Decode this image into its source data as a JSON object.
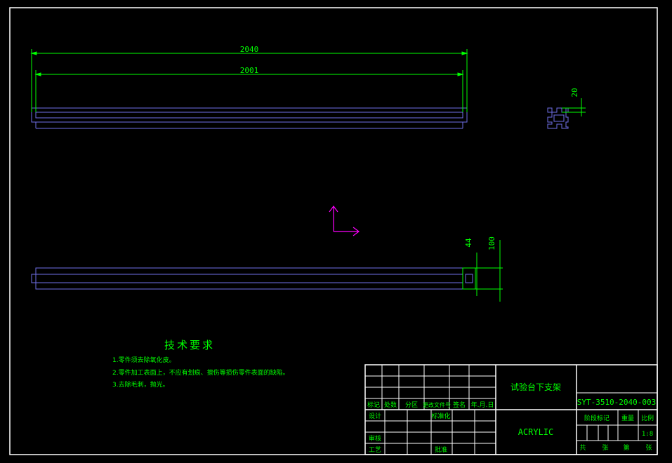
{
  "dimensions": {
    "overall_length": "2040",
    "inner_length": "2001",
    "profile_size": "20",
    "height_44": "44",
    "height_100": "100"
  },
  "notes": {
    "title": "技术要求",
    "items": [
      "1.零件须去除氧化皮。",
      "2.零件加工表面上，不应有划痕、擦伤等损伤零件表面的缺陷。",
      "3.去除毛刺，抛光。"
    ]
  },
  "title_block": {
    "part_name": "试验台下支架",
    "drawing_number": "SYT-3510-2040-003",
    "material": "ACRYLIC",
    "revision_headers": [
      "标记",
      "处数",
      "分区",
      "更改文件号",
      "签名",
      "年.月.日"
    ],
    "row_labels": {
      "design": "设计",
      "standardize": "标准化",
      "review": "审核",
      "process": "工艺",
      "approve": "批准"
    },
    "stage_label": "阶段标记",
    "weight_label": "重量",
    "scale_label": "比例",
    "scale_value": "1:8",
    "sheet_total": "共",
    "sheet_unit": "张",
    "sheet_no": "第",
    "sheet_unit2": "张"
  },
  "colors": {
    "background": "#000000",
    "frame": "#ffffff",
    "dimension": "#00ff00",
    "outline": "#6f6fe8",
    "ucs": "#ff00ff",
    "text": "#00ff00"
  }
}
